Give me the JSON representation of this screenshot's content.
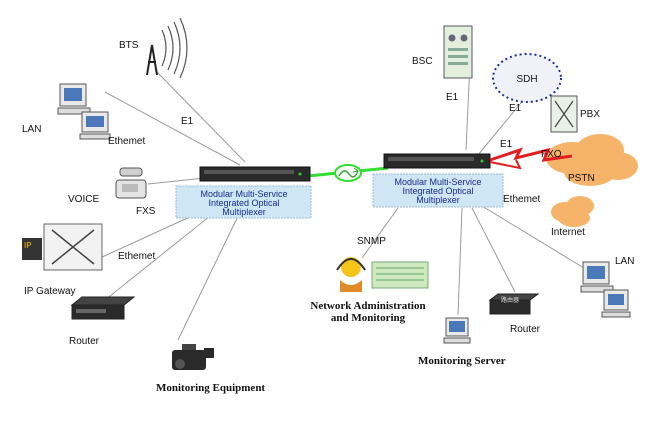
{
  "colors": {
    "link_line": "#9a9a9a",
    "optical_link": "#33dd33",
    "mux_panel": "#cfe6f5",
    "mux_text": "#1a2a8a",
    "cloud": "#f6b46a",
    "red_link": "#e02020",
    "device_body": "#2a2a2a"
  },
  "left": {
    "bts": "BTS",
    "e1": "E1",
    "lan": "LAN",
    "lan_ethernet": "Ethemet",
    "voice": "VOICE",
    "fxs": "FXS",
    "ip_gateway": "IP Gateway",
    "gateway_ethernet": "Ethemet",
    "router": "Router",
    "monitoring_equipment": "Monitoring Equipment",
    "mux": {
      "line1": "Modular Multi-Service",
      "line2": "Integrated Optical",
      "line3": "Multiplexer"
    }
  },
  "right": {
    "bsc": "BSC",
    "bsc_e1": "E1",
    "sdh": "SDH",
    "sdh_e1": "E1",
    "pbx": "PBX",
    "e1_red": "E1",
    "fxo": "FXO",
    "pstn": "PSTN",
    "ethernet": "Ethemet",
    "internet": "Internet",
    "snmp": "SNMP",
    "network_admin_line1": "Network Administration",
    "network_admin_line2": "and Monitoring",
    "lan": "LAN",
    "router": "Router",
    "monitoring_server": "Monitoring Server",
    "router_device_text": "路由器",
    "mux": {
      "line1": "Modular Multi-Service",
      "line2": "Integrated Optical",
      "line3": "Multiplexer"
    }
  },
  "icons": {
    "bts": "cell-tower-icon",
    "lan_pc": "computer-icon",
    "voice": "telephone-icon",
    "gateway": "ip-gateway-icon",
    "router": "router-icon",
    "camera": "video-camera-icon",
    "bsc": "server-icon",
    "sdh": "sdh-cloud-icon",
    "pbx": "pbx-icon",
    "pstn": "cloud-icon",
    "operator": "operator-icon",
    "optical": "optical-link-icon"
  }
}
